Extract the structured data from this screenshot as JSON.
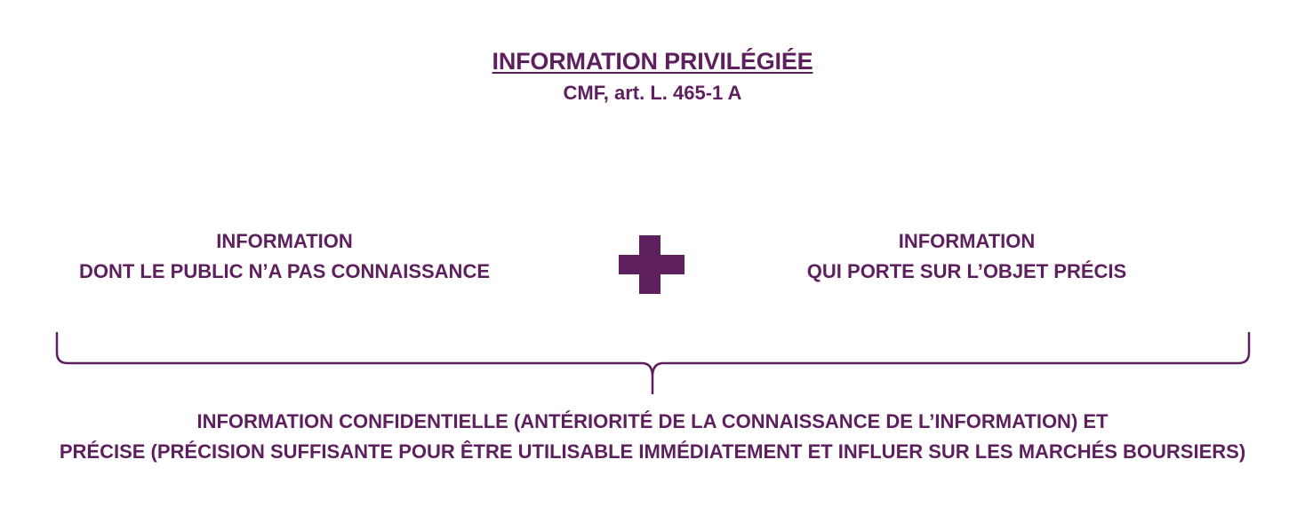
{
  "header": {
    "title": "INFORMATION PRIVILÉGIÉE",
    "subtitle": "CMF, art. L. 465-1 A"
  },
  "left_block": {
    "line1": "INFORMATION",
    "line2": "DONT LE PUBLIC N’A PAS CONNAISSANCE"
  },
  "right_block": {
    "line1": "INFORMATION",
    "line2": "QUI PORTE SUR L’OBJET PRÉCIS"
  },
  "operator": {
    "icon": "plus-icon"
  },
  "conclusion": {
    "line1": "INFORMATION CONFIDENTIELLE (ANTÉRIORITÉ DE LA CONNAISSANCE DE L’INFORMATION) ET",
    "line2": "PRÉCISE (PRÉCISION SUFFISANTE POUR ÊTRE UTILISABLE IMMÉDIATEMENT ET INFLUER SUR LES MARCHÉS BOURSIERS)"
  },
  "colors": {
    "accent": "#5e1f5e",
    "background": "#ffffff"
  }
}
